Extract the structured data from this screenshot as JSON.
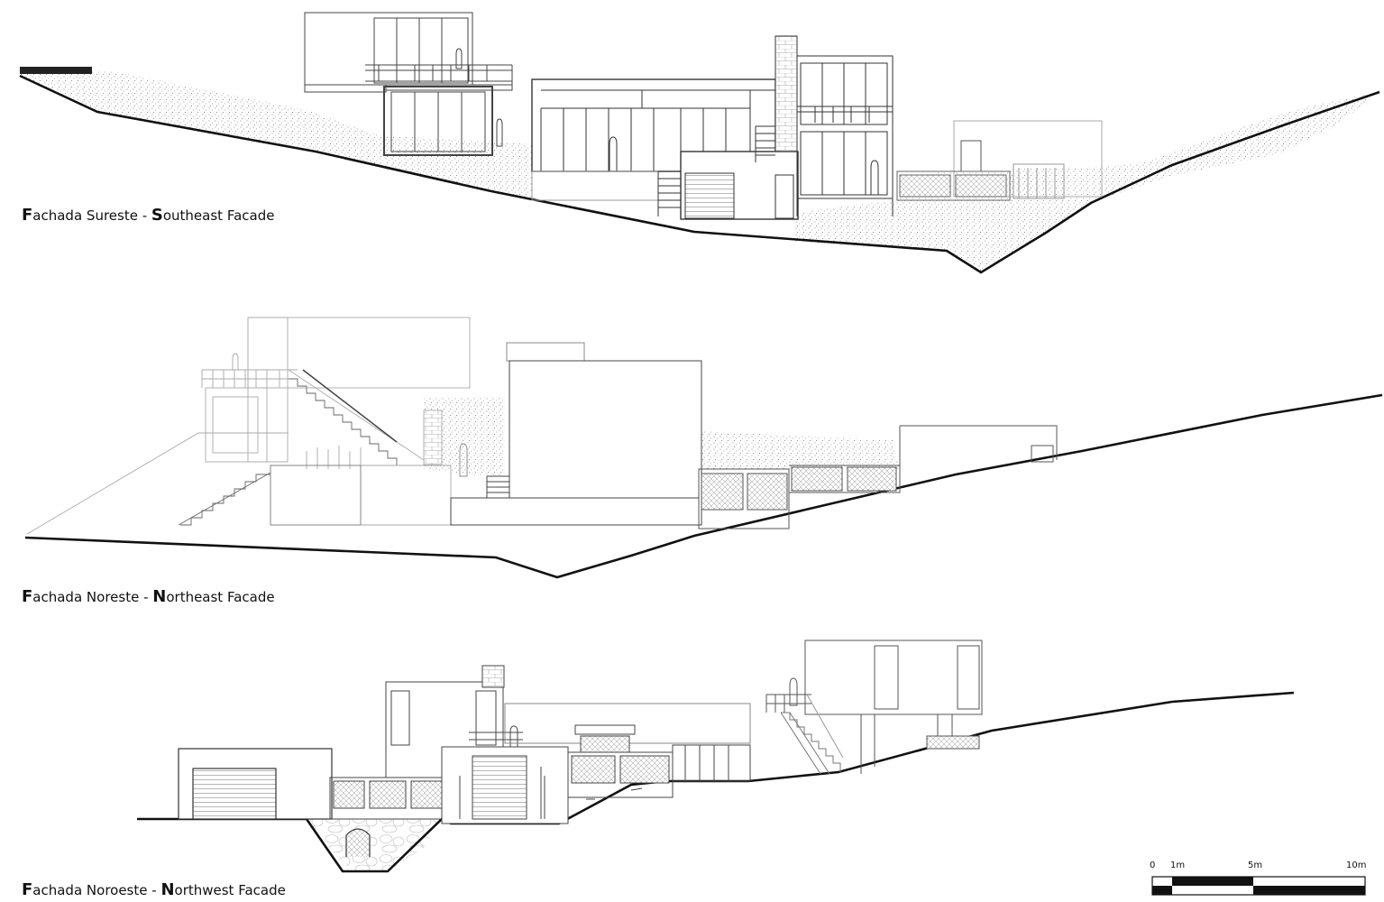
{
  "facades": [
    {
      "es_initial": "F",
      "es_rest": "achada Sureste",
      "sep": " - ",
      "en_initial": "S",
      "en_rest": "outheast Facade"
    },
    {
      "es_initial": "F",
      "es_rest": "achada Noreste",
      "sep": " - ",
      "en_initial": "N",
      "en_rest": "ortheast Facade"
    },
    {
      "es_initial": "F",
      "es_rest": "achada Noroeste",
      "sep": " - ",
      "en_initial": "N",
      "en_rest": "orthwest Facade"
    }
  ],
  "scale_bar": {
    "ticks": [
      "0",
      "1m",
      "5m",
      "10m"
    ]
  },
  "colors": {
    "ink": "#111111",
    "thin_line": "#555555",
    "hatch": "#8a8a8a"
  }
}
